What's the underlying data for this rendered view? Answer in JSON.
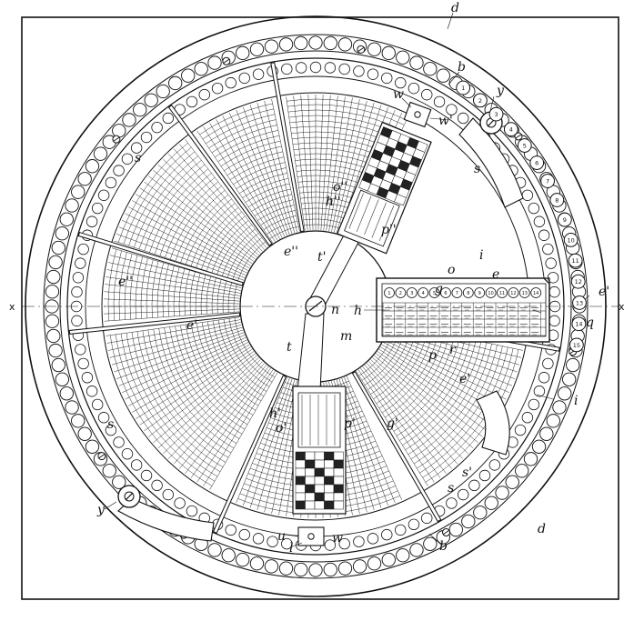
{
  "figure": {
    "labels": {
      "d_top": "d",
      "d_bottom": "d",
      "b_top": "b",
      "b_bottom": "b",
      "y_top": "y",
      "y_bottom": "y",
      "w": "w",
      "w_prime": "w'",
      "w_bottom": "w",
      "u": "u",
      "s_1": "s",
      "s_2": "s",
      "s_3": "s",
      "s_4": "s",
      "s_prime": "s'",
      "e_dblprime_upper": "e''",
      "e_dblprime_center": "e''",
      "e_prime_left": "e'",
      "e_prime_right": "e'",
      "e": "e",
      "e_prime_dial": "e'",
      "i_top": "i",
      "i_right": "i",
      "o": "o",
      "g": "g",
      "g_prime": "g'",
      "h": "h",
      "h_dblprime": "h''",
      "h_prime": "h'",
      "o_dblprime": "o''",
      "p_dblprime": "p''",
      "p_prime": "p'",
      "o_prime": "o'",
      "t": "t",
      "t_prime": "t'",
      "n": "n",
      "m": "m",
      "p": "p",
      "r": "r",
      "q": "q",
      "x_left": "x",
      "x_right": "x"
    },
    "dial_numbers": [
      "1",
      "2",
      "3",
      "4",
      "5",
      "6",
      "7",
      "8",
      "9",
      "10",
      "11",
      "12",
      "13",
      "14",
      "15"
    ],
    "slide_headings": [
      "1",
      "2",
      "3",
      "4",
      "5",
      "6",
      "7",
      "8",
      "9",
      "10",
      "11",
      "12",
      "13",
      "14"
    ],
    "colors": {
      "ink": "#111111",
      "paper": "#ffffff"
    }
  }
}
